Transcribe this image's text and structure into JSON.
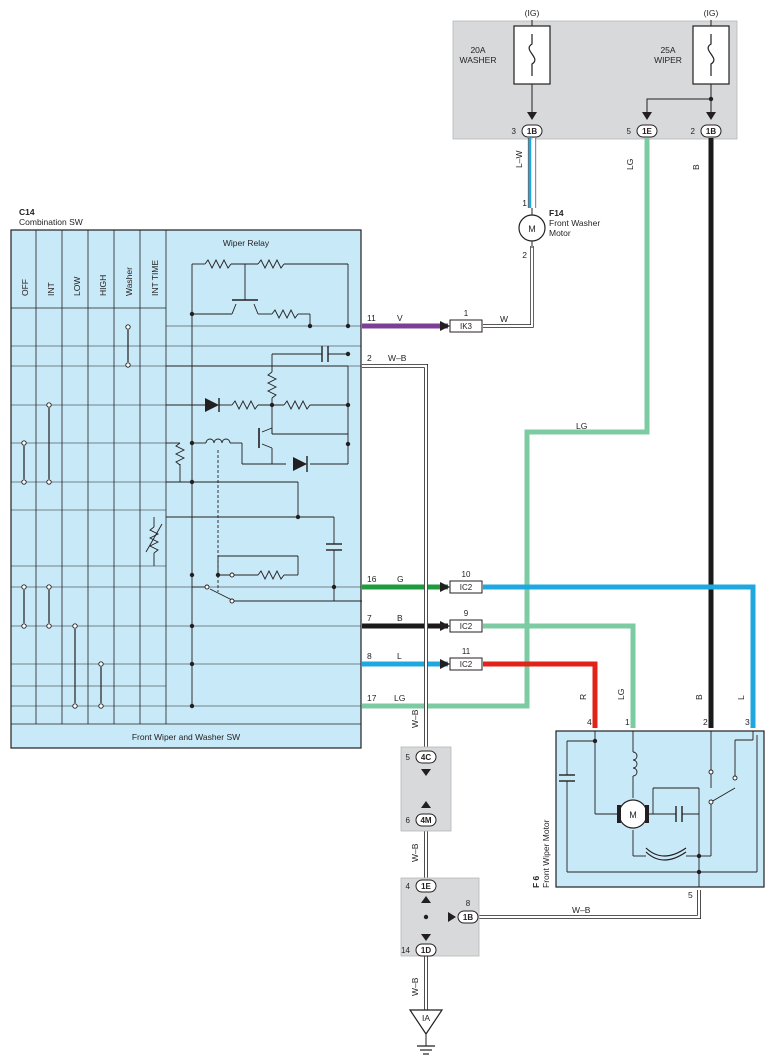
{
  "fuse_box": {
    "fuse1": {
      "supply": "(IG)",
      "rating": "20A",
      "name": "WASHER",
      "pin": "3",
      "connector": "1B"
    },
    "fuse2": {
      "supply": "(IG)",
      "rating": "25A",
      "name": "WIPER"
    },
    "out_lg": {
      "pin": "5",
      "connector": "1E",
      "wire": "LG"
    },
    "out_b": {
      "pin": "2",
      "connector": "1B",
      "wire": "B"
    }
  },
  "washer_motor": {
    "code": "F14",
    "name_line1": "Front Washer",
    "name_line2": "Motor",
    "symbol": "M",
    "pin1": "1",
    "pin2": "2",
    "wire_in": "L–W",
    "wire_out": "W"
  },
  "ik3": {
    "pin": "1",
    "connector": "IK3"
  },
  "combination_sw": {
    "code": "C14",
    "name": "Combination SW",
    "columns": [
      "OFF",
      "INT",
      "LOW",
      "HIGH",
      "Washer",
      "INT TIME"
    ],
    "relay_label": "Wiper Relay",
    "footer": "Front Wiper and Washer SW"
  },
  "sw_pins": [
    {
      "pin": "11",
      "wire": "V"
    },
    {
      "pin": "2",
      "wire": "W–B"
    },
    {
      "pin": "16",
      "wire": "G"
    },
    {
      "pin": "7",
      "wire": "B"
    },
    {
      "pin": "8",
      "wire": "L"
    },
    {
      "pin": "17",
      "wire": "LG"
    }
  ],
  "ic2": [
    {
      "pin": "10",
      "connector": "IC2"
    },
    {
      "pin": "9",
      "connector": "IC2"
    },
    {
      "pin": "11",
      "connector": "IC2"
    }
  ],
  "lg_mid_wire": "LG",
  "wiper_motor": {
    "code": "F 6",
    "name": "Front Wiper Motor",
    "symbol": "M",
    "pins": [
      "4",
      "1",
      "2",
      "3"
    ],
    "wires": [
      "R",
      "LG",
      "B",
      "L"
    ],
    "pin_ground": "5",
    "wire_ground": "W–B"
  },
  "junctions": {
    "j4c": {
      "pin": "5",
      "connector": "4C"
    },
    "j4m": {
      "pin": "6",
      "connector": "4M"
    },
    "j1e": {
      "pin": "4",
      "connector": "1E"
    },
    "j1b": {
      "pin": "8",
      "connector": "1B"
    },
    "j1d": {
      "pin": "14",
      "connector": "1D"
    },
    "wire_wb1": "W–B",
    "wire_wb2": "W–B",
    "wire_wb3": "W–B"
  },
  "ground": {
    "label": "IA"
  },
  "colors": {
    "V": "#7b3f98",
    "G": "#1e9b3e",
    "B": "#1a1a1a",
    "L": "#1fa8e0",
    "R": "#e2231a",
    "LG": "#7ccba2",
    "panel": "#c8e9f7",
    "gray_box": "#d8d9da"
  }
}
